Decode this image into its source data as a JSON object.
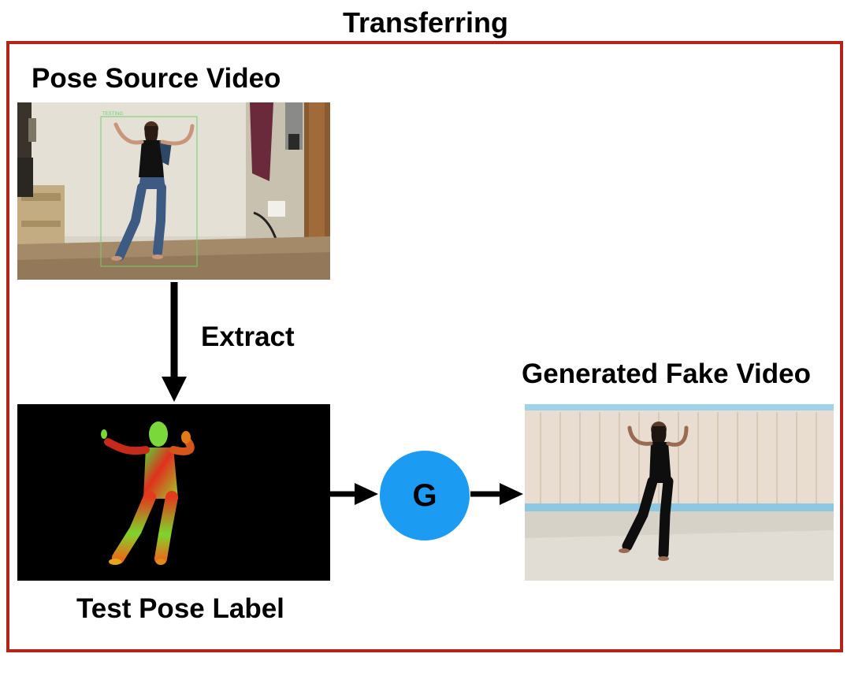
{
  "title": "Transferring",
  "source": {
    "label": "Pose Source Video",
    "watermark": "TESTING"
  },
  "extract": {
    "label": "Extract"
  },
  "pose": {
    "label": "Test Pose Label"
  },
  "generator": {
    "label": "G",
    "color": "#1c9bf2"
  },
  "output": {
    "label": "Generated Fake Video"
  },
  "colors": {
    "frame": "#b3221b",
    "arrow": "#000000",
    "pose_bg": "#000000"
  }
}
